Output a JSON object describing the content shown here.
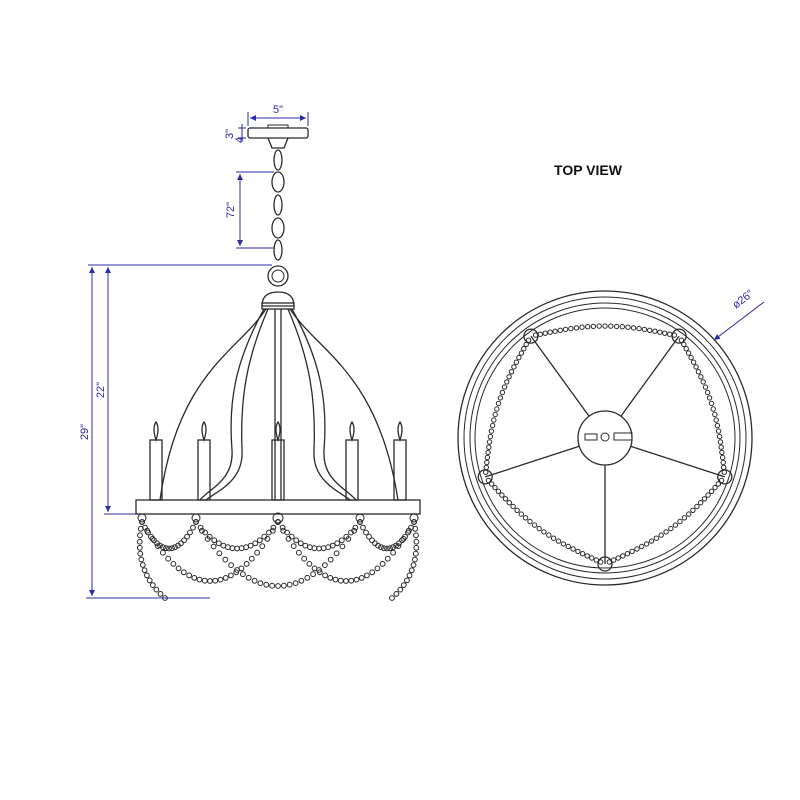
{
  "title": "TOP VIEW",
  "dims": {
    "canopy_width": "5\"",
    "canopy_height_a": "3\"",
    "canopy_height_b": "4",
    "chain": "72\"",
    "body": "22\"",
    "overall": "29\"",
    "diameter": "ø26\""
  },
  "colors": {
    "line": "#2a2a2a",
    "dimension": "#2b2ba8"
  },
  "fixture": {
    "candles": 5,
    "arms": 5
  }
}
